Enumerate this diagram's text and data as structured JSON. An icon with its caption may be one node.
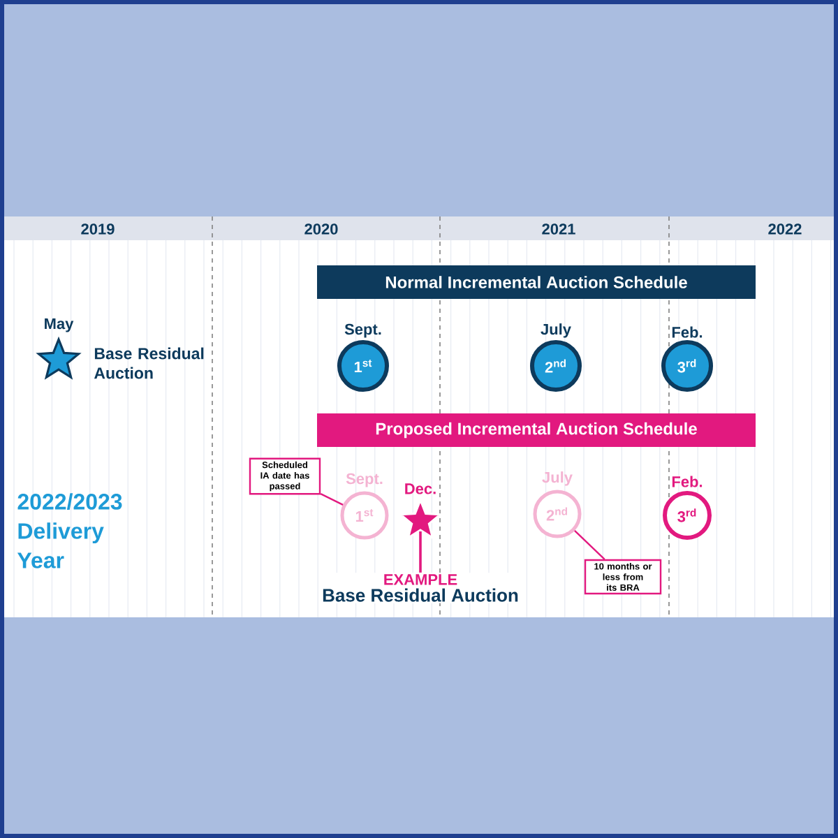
{
  "diagram": {
    "nodes": [
      {
        "text": [],
        "shape": "star",
        "beside": [
          "May",
          "Base Residual Auction"
        ]
      },
      {
        "text": [
          "Normal Incremental Auction Schedule"
        ]
      },
      {
        "text": [
          "1$^{st}$"
        ],
        "beside": [
          "Sept."
        ]
      },
      {
        "text": [
          "2$^{nd}$"
        ],
        "beside": [
          "July"
        ]
      },
      {
        "text": [
          "3$^{rd}$"
        ],
        "beside": [
          "Feb."
        ]
      },
      {
        "text": [
          "Proposed Incremental Auction Schedule"
        ]
      },
      {
        "text": [
          "Scheduled IA date has passed"
        ]
      },
      {
        "text": [
          "1$^{st}$"
        ],
        "beside": [
          "Sept."
        ]
      },
      {
        "text": [],
        "shape": "star",
        "beside": [
          "Dec."
        ]
      },
      {
        "text": [
          "EXAMPLE",
          "Base Residual Auction"
        ]
      },
      {
        "text": [
          "2$^{nd}$"
        ],
        "beside": [
          "July"
        ]
      },
      {
        "text": [
          "10 months or less from its BRA"
        ]
      },
      {
        "text": [
          "3$^{rd}$"
        ],
        "beside": [
          "Feb."
        ]
      }
    ],
    "edges": [
      {
        "from": 6,
        "to": 7,
        "arrow": "none"
      },
      {
        "from": 8,
        "to": 9,
        "arrow": "none"
      },
      {
        "from": 11,
        "to": 10,
        "arrow": "none"
      }
    ],
    "labels": [
      "2019",
      "2020",
      "2021",
      "2022",
      "2022/2023 Delivery Year"
    ]
  }
}
